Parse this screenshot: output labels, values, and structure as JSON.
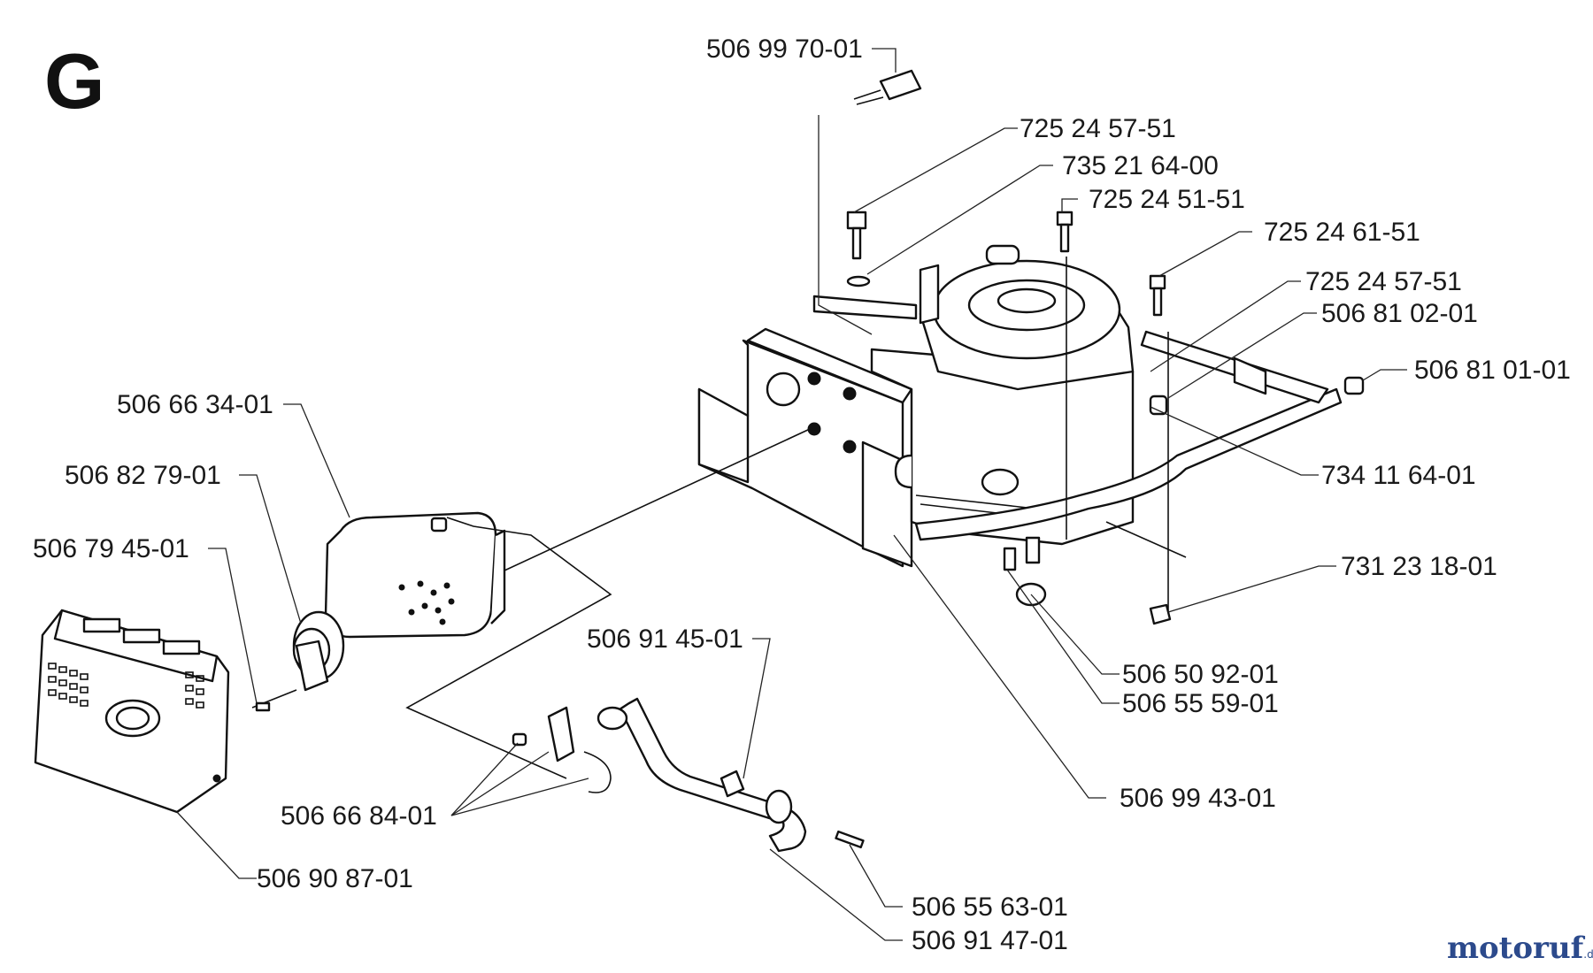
{
  "section_letter": "G",
  "watermark": {
    "brand_main": "motoruf",
    "brand_suffix": ".de"
  },
  "part_numbers": [
    "506 99 70-01",
    "725 24 57-51",
    "735 21 64-00",
    "725 24 51-51",
    "725 24 61-51",
    "725 24 57-51",
    "506 81 02-01",
    "506 81 01-01",
    "734 11 64-01",
    "731 23 18-01",
    "506 66 34-01",
    "506 82 79-01",
    "506 79 45-01",
    "506 91 45-01",
    "506 50 92-01",
    "506 55 59-01",
    "506 99 43-01",
    "506 66 84-01",
    "506 90 87-01",
    "506 55 63-01",
    "506 91 47-01"
  ]
}
